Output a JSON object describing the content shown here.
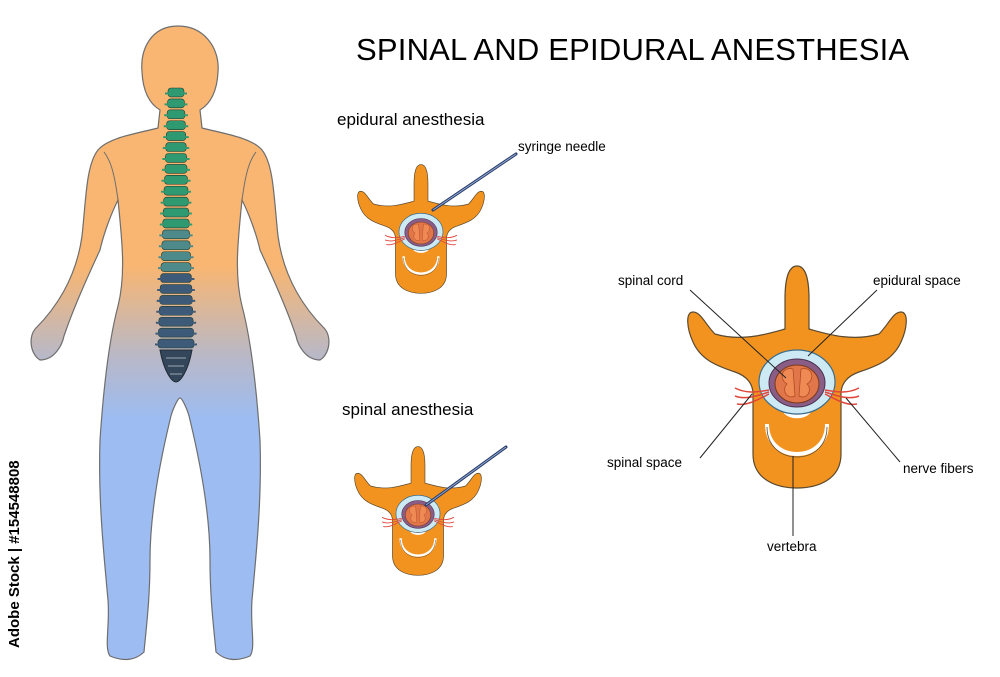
{
  "title": "SPINAL AND EPIDURAL ANESTHESIA",
  "sections": {
    "epidural": "epidural anesthesia",
    "spinal": "spinal anesthesia"
  },
  "labels": {
    "syringe_needle": "syringe needle",
    "spinal_cord": "spinal cord",
    "epidural_space": "epidural space",
    "spinal_space": "spinal space",
    "nerve_fibers": "nerve fibers",
    "vertebra": "vertebra"
  },
  "stock_id": "Adobe Stock | #154548808",
  "colors": {
    "bone": "#f3931f",
    "skin": "#f8b672",
    "legs": "#9dbcf2",
    "outline": "#555555",
    "csf": "#cde9f4",
    "nerve": "#e0453a",
    "cord": "#e0764a"
  }
}
